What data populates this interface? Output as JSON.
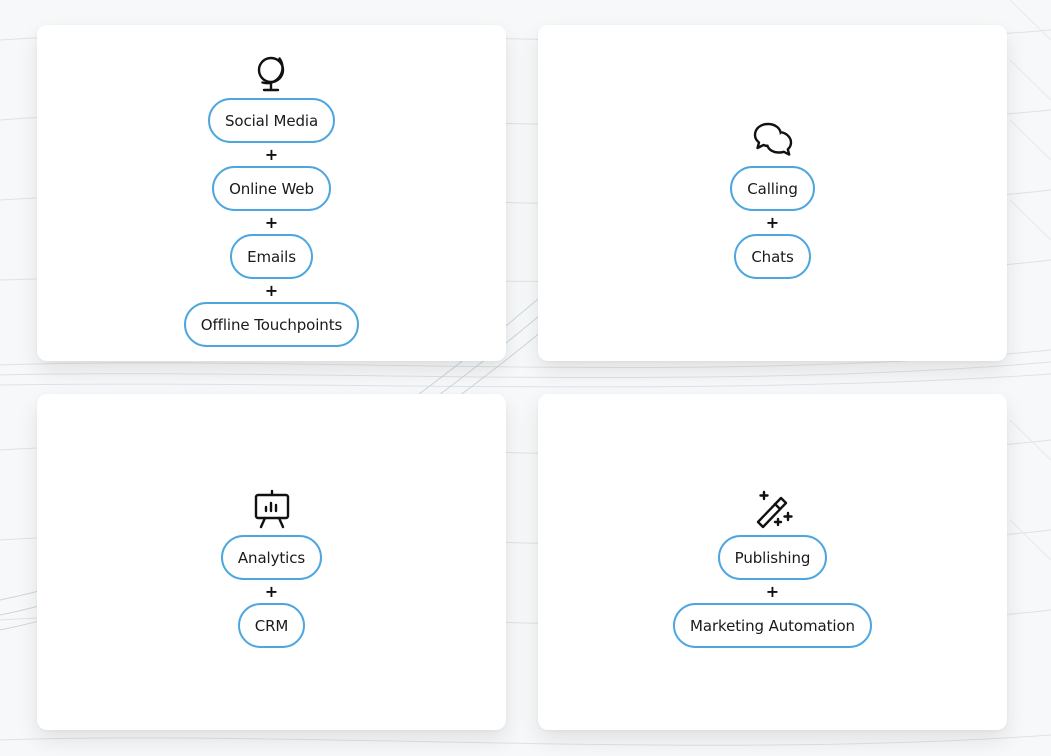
{
  "cards": [
    {
      "icon": "globe-icon",
      "items": [
        "Social Media",
        "Online Web",
        "Emails",
        "Offline Touchpoints"
      ]
    },
    {
      "icon": "chat-bubbles-icon",
      "items": [
        "Calling",
        "Chats"
      ]
    },
    {
      "icon": "presentation-board-icon",
      "items": [
        "Analytics",
        "CRM"
      ]
    },
    {
      "icon": "magic-wand-icon",
      "items": [
        "Publishing",
        "Marketing Automation"
      ]
    }
  ],
  "separator": "+",
  "colors": {
    "pill_border": "#4ea6df",
    "card_background": "#ffffff",
    "text": "#1a1a1a"
  }
}
